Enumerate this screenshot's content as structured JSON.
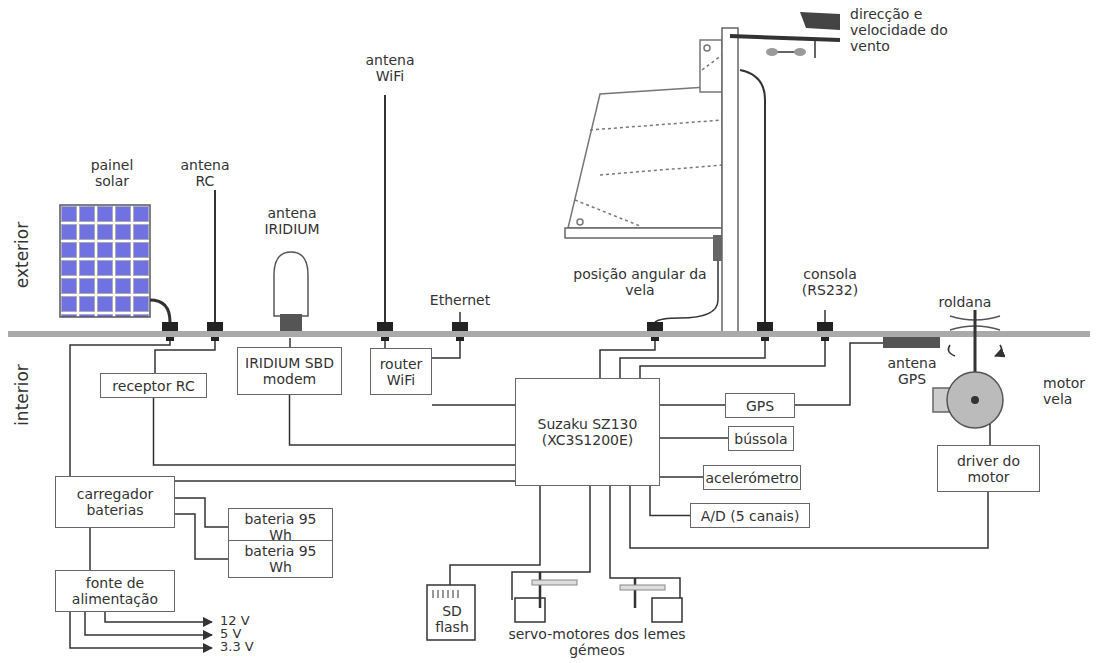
{
  "diagram": {
    "nodes": [
      {
        "text": [
          "receptor RC"
        ]
      },
      {
        "text": [
          "IRIDIUM SBD modem"
        ]
      },
      {
        "text": [
          "router WiFi"
        ]
      },
      {
        "text": [
          "Suzaku SZ130 (XC3S1200E)"
        ]
      },
      {
        "text": [
          "GPS"
        ]
      },
      {
        "text": [
          "bússola"
        ]
      },
      {
        "text": [
          "acelerómetro"
        ]
      },
      {
        "text": [
          "A/D (5 canais)"
        ]
      },
      {
        "text": [
          "driver do motor"
        ]
      },
      {
        "text": [
          "carregador baterias"
        ]
      },
      {
        "text": [
          "bateria 95 Wh"
        ]
      },
      {
        "text": [
          "bateria 95 Wh"
        ]
      },
      {
        "text": [
          "fonte de alimentação"
        ]
      }
    ],
    "edges": [
      {
        "from": 0,
        "to": 3,
        "arrow": "none"
      },
      {
        "from": 1,
        "to": 3,
        "arrow": "none"
      },
      {
        "from": 2,
        "to": 3,
        "arrow": "none"
      },
      {
        "from": 3,
        "to": 4,
        "arrow": "none"
      },
      {
        "from": 3,
        "to": 5,
        "arrow": "none"
      },
      {
        "from": 3,
        "to": 6,
        "arrow": "none"
      },
      {
        "from": 3,
        "to": 7,
        "arrow": "none"
      },
      {
        "from": 3,
        "to": 8,
        "arrow": "none"
      },
      {
        "from": 9,
        "to": 3,
        "arrow": "none"
      },
      {
        "from": 9,
        "to": 10,
        "arrow": "none"
      },
      {
        "from": 9,
        "to": 11,
        "arrow": "none"
      },
      {
        "from": 9,
        "to": 12,
        "arrow": "none"
      }
    ],
    "labels": [
      "exterior",
      "interior",
      "painel solar",
      "antena RC",
      "antena IRIDIUM",
      "antena WiFi",
      "Ethernet",
      "direcção e velocidade do vento",
      "posição angular da vela",
      "consola (RS232)",
      "roldana",
      "antena GPS",
      "motor vela",
      "SD flash",
      "servo-motores dos lemes gémeos",
      "12 V",
      "5 V",
      "3.3 V"
    ]
  }
}
